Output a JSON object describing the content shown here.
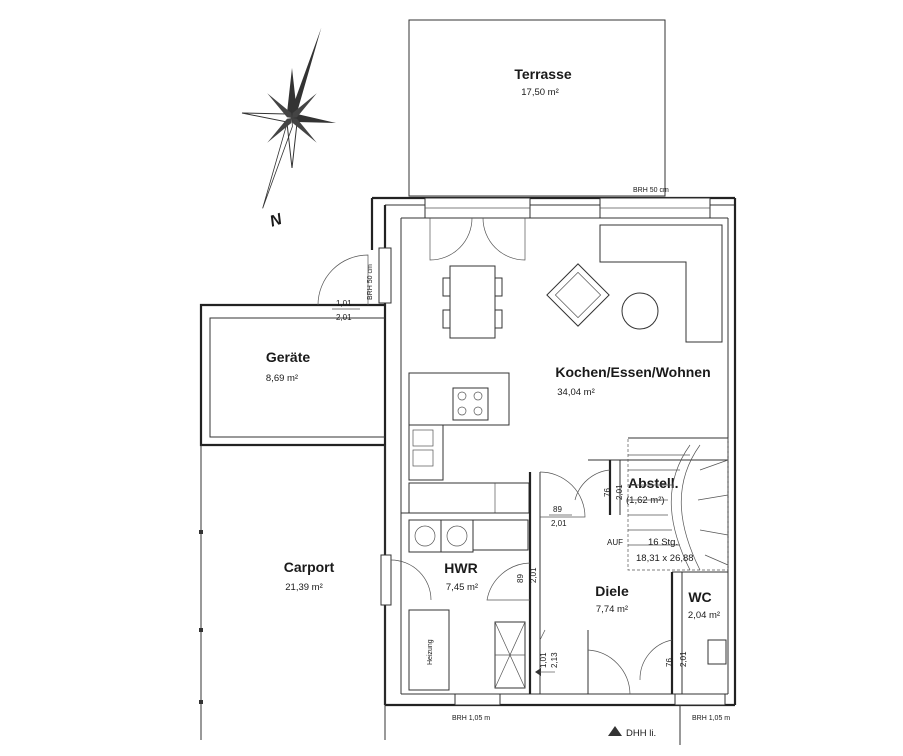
{
  "plan": {
    "compass_label": "N",
    "rooms": {
      "terrasse": {
        "name": "Terrasse",
        "area": "17,50 m²"
      },
      "geraete": {
        "name": "Geräte",
        "area": "8,69 m²"
      },
      "kochen": {
        "name": "Kochen/Essen/Wohnen",
        "area": "34,04 m²"
      },
      "abstell": {
        "name": "Abstell.",
        "area": "(1,62 m²)"
      },
      "carport": {
        "name": "Carport",
        "area": "21,39 m²"
      },
      "hwr": {
        "name": "HWR",
        "area": "7,45 m²"
      },
      "diele": {
        "name": "Diele",
        "area": "7,74 m²"
      },
      "wc": {
        "name": "WC",
        "area": "2,04 m²"
      }
    },
    "stairs": {
      "up": "AUF",
      "steps": "16 Stg.",
      "dims": "18,31 x 26,88"
    },
    "door_labels": {
      "geraete_w": "1,01",
      "geraete_h": "2,01",
      "kitchen_w": "89",
      "kitchen_h": "2,01",
      "abstell_w": "76",
      "abstell_h": "2,01",
      "hwr_w": "89",
      "hwr_h": "2,01",
      "entry_w": "1,01",
      "entry_h": "2,13",
      "wc_w": "76",
      "wc_h": "2,01"
    },
    "brh": {
      "top": "BRH 50 cm",
      "left": "BRH 50 cm",
      "bottom_left": "BRH 1,05 m",
      "bottom_right": "BRH 1,05 m"
    },
    "heating": "Heizung",
    "neighbor": "DHH li."
  }
}
